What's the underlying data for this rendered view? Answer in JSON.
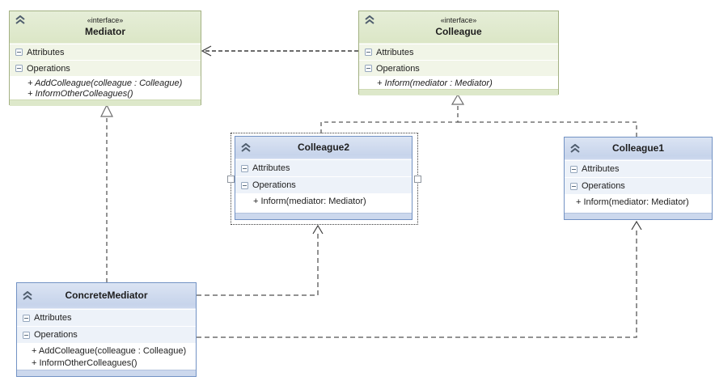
{
  "classes": {
    "mediator": {
      "stereotype": "«interface»",
      "name": "Mediator",
      "sections": {
        "attributes": "Attributes",
        "operations": "Operations"
      },
      "operations": [
        "+ AddColleague(colleague : Colleague)",
        "+ InformOtherColleagues()"
      ]
    },
    "colleague": {
      "stereotype": "«interface»",
      "name": "Colleague",
      "sections": {
        "attributes": "Attributes",
        "operations": "Operations"
      },
      "operations": [
        "+ Inform(mediator : Mediator)"
      ]
    },
    "colleague2": {
      "name": "Colleague2",
      "selected": true,
      "sections": {
        "attributes": "Attributes",
        "operations": "Operations"
      },
      "operations": [
        "+ Inform(mediator: Mediator)"
      ]
    },
    "colleague1": {
      "name": "Colleague1",
      "sections": {
        "attributes": "Attributes",
        "operations": "Operations"
      },
      "operations": [
        "+ Inform(mediator: Mediator)"
      ]
    },
    "concrete_mediator": {
      "name": "ConcreteMediator",
      "sections": {
        "attributes": "Attributes",
        "operations": "Operations"
      },
      "operations": [
        "+ AddColleague(colleague : Colleague)",
        "+ InformOtherColleagues()"
      ]
    }
  },
  "relationships": [
    {
      "from": "Colleague",
      "to": "Mediator",
      "type": "dependency"
    },
    {
      "from": "ConcreteMediator",
      "to": "Mediator",
      "type": "realization"
    },
    {
      "from": "Colleague2",
      "to": "Colleague",
      "type": "realization"
    },
    {
      "from": "Colleague1",
      "to": "Colleague",
      "type": "realization"
    },
    {
      "from": "ConcreteMediator",
      "to": "Colleague2",
      "type": "dependency"
    },
    {
      "from": "ConcreteMediator",
      "to": "Colleague1",
      "type": "dependency"
    }
  ],
  "icons": {
    "collapse_chevron": "chevron-double-up",
    "section_toggle": "minus-square"
  },
  "colors": {
    "interface_border": "#a3b183",
    "interface_header": "#dde8ca",
    "interface_row": "#f1f5e7",
    "class_border": "#7292c4",
    "class_header": "#ccd8ed",
    "class_row": "#edf2f9",
    "connector_dark": "#3a3a3a",
    "connector_gray": "#6f6f6f",
    "selection_border": "#3c3c3c"
  }
}
